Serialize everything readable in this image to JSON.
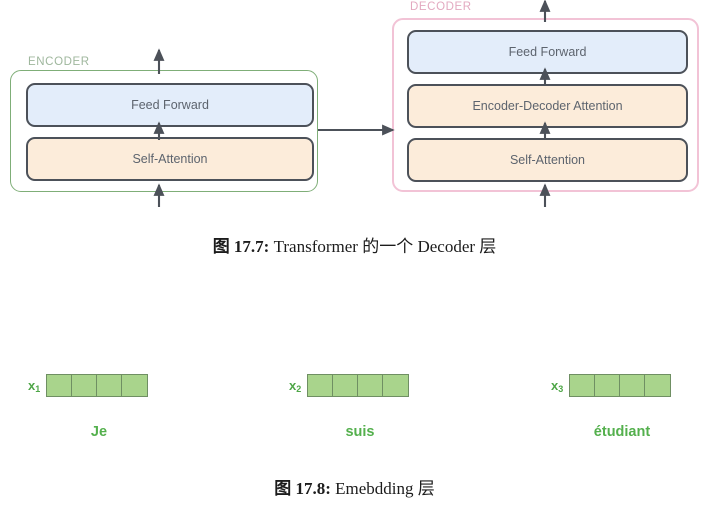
{
  "figures": [
    {
      "id": "17.7",
      "caption_number": "图 17.7:",
      "caption_text": " Transformer 的一个 Decoder 层",
      "encoder": {
        "label": "ENCODER",
        "label_color": "#9fb79d",
        "border_color": "#7fae78",
        "blocks": [
          {
            "label": "Feed Forward",
            "fill": "#e3edfa"
          },
          {
            "label": "Self-Attention",
            "fill": "#fcecda"
          }
        ]
      },
      "decoder": {
        "label": "DECODER",
        "label_color": "#e3a9c0",
        "border_color": "#f2c3d6",
        "blocks": [
          {
            "label": "Feed Forward",
            "fill": "#e3edfa"
          },
          {
            "label": "Encoder-Decoder Attention",
            "fill": "#fcecda"
          },
          {
            "label": "Self-Attention",
            "fill": "#fcecda"
          }
        ]
      },
      "arrow_color": "#4c5159",
      "connector": "encoder-to-decoder-arrow"
    },
    {
      "id": "17.8",
      "caption_number": "图 17.8:",
      "caption_text": " Emebdding 层",
      "cell_fill": "#a9d48c",
      "cell_border": "#6f8f63",
      "tag_color": "#4fa648",
      "word_color": "#54b04d",
      "cells_per_vector": 4,
      "embeddings": [
        {
          "tag_base": "x",
          "tag_sub": "1",
          "word": "Je"
        },
        {
          "tag_base": "x",
          "tag_sub": "2",
          "word": "suis"
        },
        {
          "tag_base": "x",
          "tag_sub": "3",
          "word": "étudiant"
        }
      ]
    }
  ]
}
